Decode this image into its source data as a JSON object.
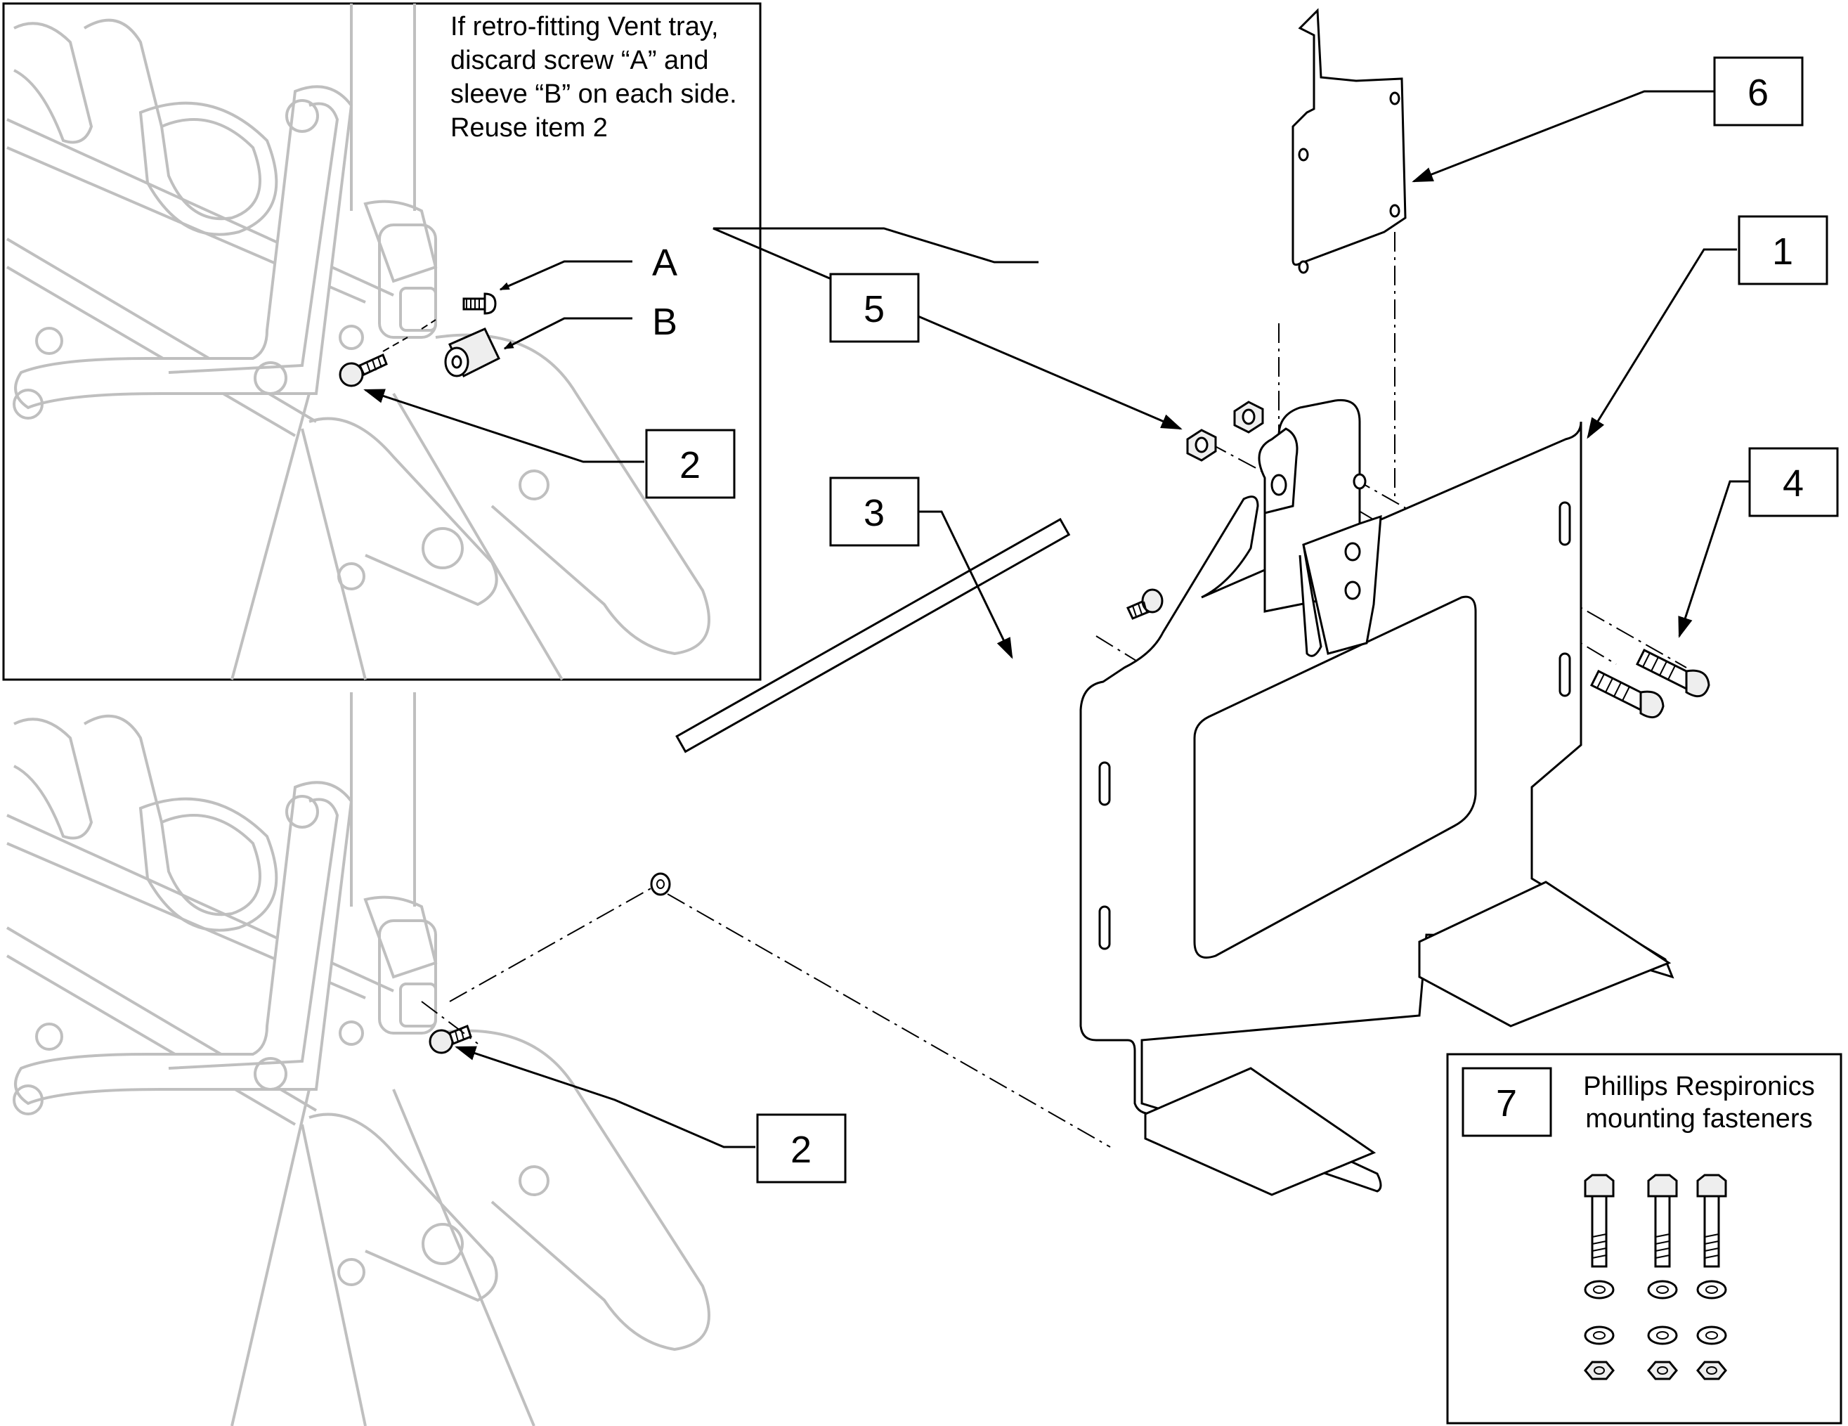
{
  "inset_note": {
    "line1": "If retro-fitting Vent tray,",
    "line2": "discard screw “A” and",
    "line3": "sleeve “B” on each side.",
    "line4": "Reuse item 2"
  },
  "letters": {
    "a": "A",
    "b": "B"
  },
  "callouts": {
    "c1": "1",
    "c2_inset": "2",
    "c2_main": "2",
    "c3": "3",
    "c4": "4",
    "c5": "5",
    "c6": "6",
    "c7": "7"
  },
  "kit_box": {
    "line1": "Phillips Respironics",
    "line2": "mounting fasteners"
  }
}
